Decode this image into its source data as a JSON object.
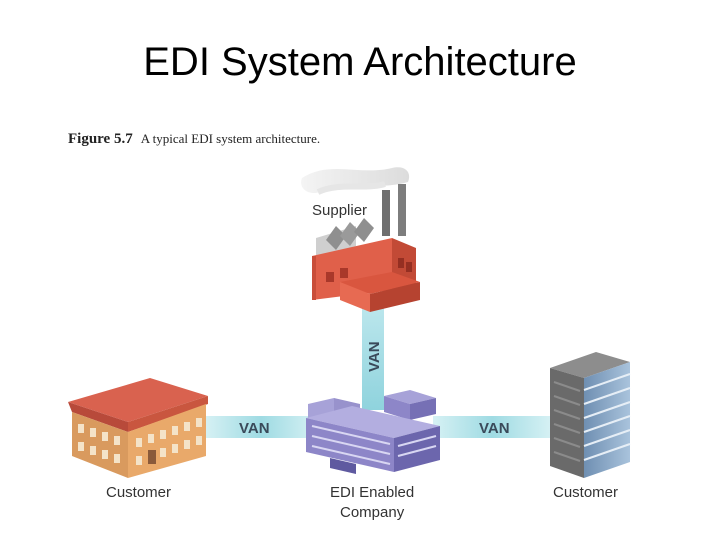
{
  "title": "EDI System Architecture",
  "figure": {
    "number": "Figure 5.7",
    "caption": "A typical EDI system architecture."
  },
  "nodes": {
    "supplier": "Supplier",
    "customer_left": "Customer",
    "company_line1": "EDI Enabled",
    "company_line2": "Company",
    "customer_right": "Customer"
  },
  "links": {
    "left": "VAN",
    "vertical": "VAN",
    "right": "VAN"
  },
  "colors": {
    "link": "#a8dee6",
    "factory": "#e0604a",
    "left_building": "#e9a96a",
    "left_roof": "#d9624f",
    "company": "#8d86c8",
    "tower": "#7f9fbf"
  }
}
